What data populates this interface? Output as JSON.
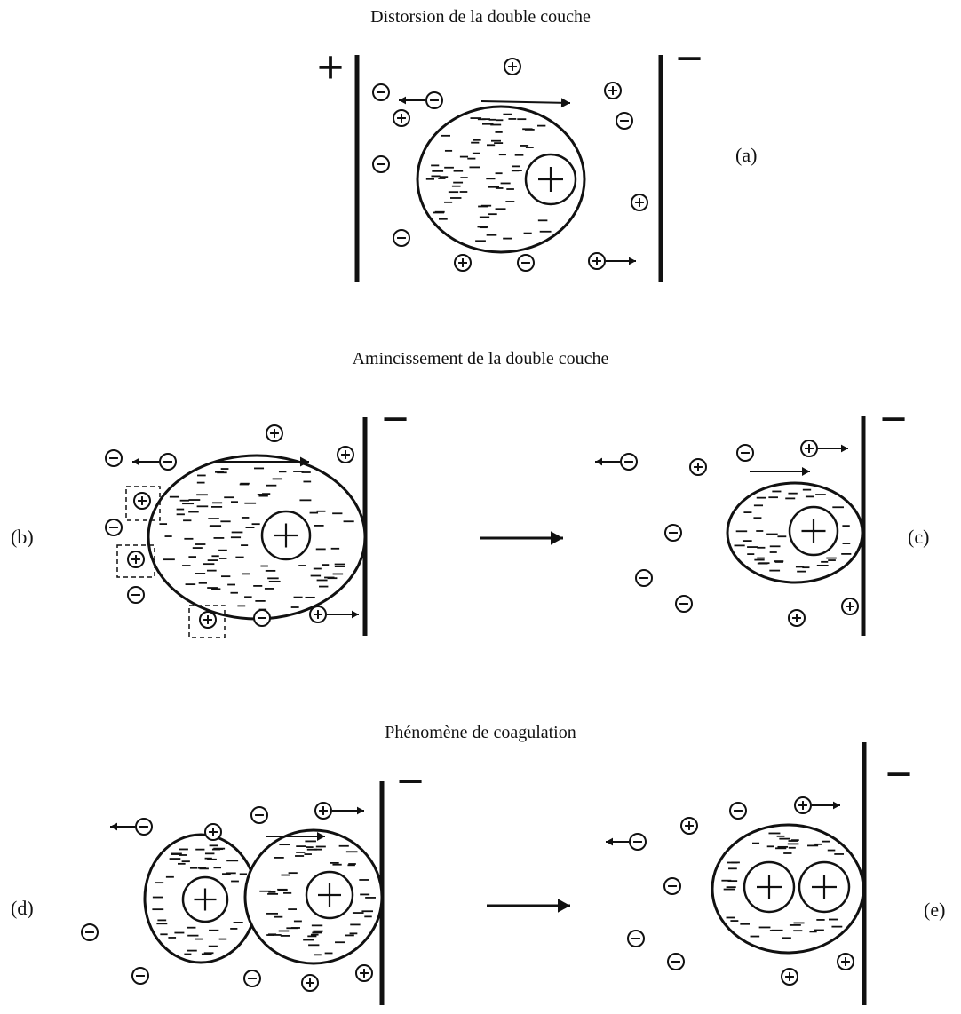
{
  "titles": {
    "distortion": "Distorsion de la double couche",
    "thinning": "Amincissement de la double couche",
    "coagulation": "Phénomène de coagulation"
  },
  "panels": {
    "a": "(a)",
    "b": "(b)",
    "c": "(c)",
    "d": "(d)",
    "e": "(e)"
  },
  "symbols": {
    "plus": "+",
    "minus": "−"
  },
  "colors": {
    "ink": "#111111",
    "paper": "#ffffff"
  }
}
